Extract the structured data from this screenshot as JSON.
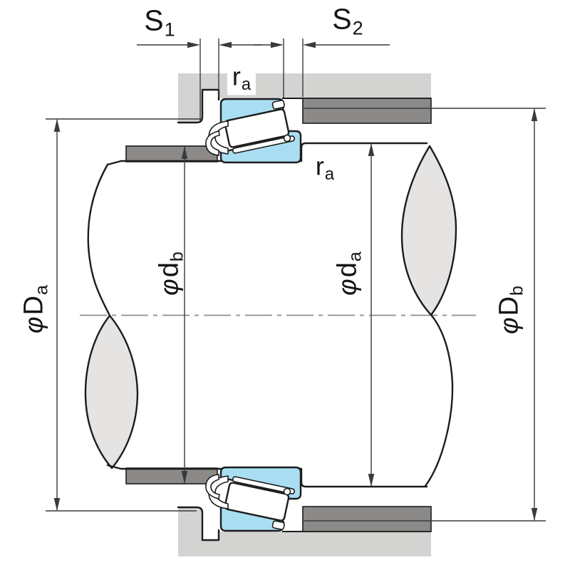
{
  "figure": {
    "type": "technical-drawing",
    "subject": "Tapered roller bearing mounted on shaft and housing: cross-section showing abutment clearances and fillet/abutment diameters",
    "orientation": "bearing shown above and below horizontal centerline"
  },
  "labels": {
    "s1": {
      "base": "S",
      "sub": "1"
    },
    "s2": {
      "base": "S",
      "sub": "2"
    },
    "ra_housing": {
      "base": "r",
      "sub": "a"
    },
    "ra_shaft": {
      "base": "r",
      "sub": "a"
    },
    "dia_Da": {
      "phi": "φ",
      "base": "D",
      "sub": "a"
    },
    "dia_db": {
      "phi": "φ",
      "base": "d",
      "sub": "b"
    },
    "dia_da": {
      "phi": "φ",
      "base": "d",
      "sub": "a"
    },
    "dia_Db": {
      "phi": "φ",
      "base": "D",
      "sub": "b"
    }
  },
  "colors": {
    "bg": "#ffffff",
    "ring": "#a9def2",
    "housing": "#d3d3d2",
    "spacer": "#8b8a88",
    "breakfill": "#e5e4e3",
    "line": "#1c1c1c",
    "dim": "#3a3a3a",
    "center": "#8e8e8e"
  }
}
